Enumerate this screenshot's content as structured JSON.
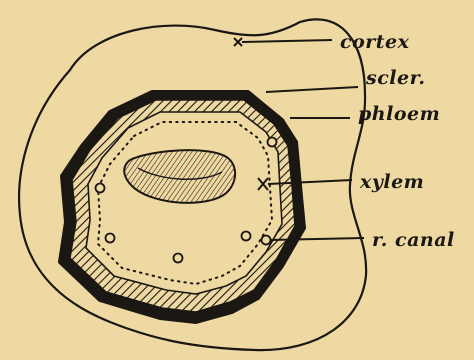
{
  "figure": {
    "labels": {
      "cortex": "cortex",
      "scler": "scler.",
      "phloem": "phloem",
      "xylem": "xylem",
      "r_canal": "r. canal"
    },
    "colors": {
      "paper": "#efd9a3",
      "ink": "#1b1712"
    }
  }
}
